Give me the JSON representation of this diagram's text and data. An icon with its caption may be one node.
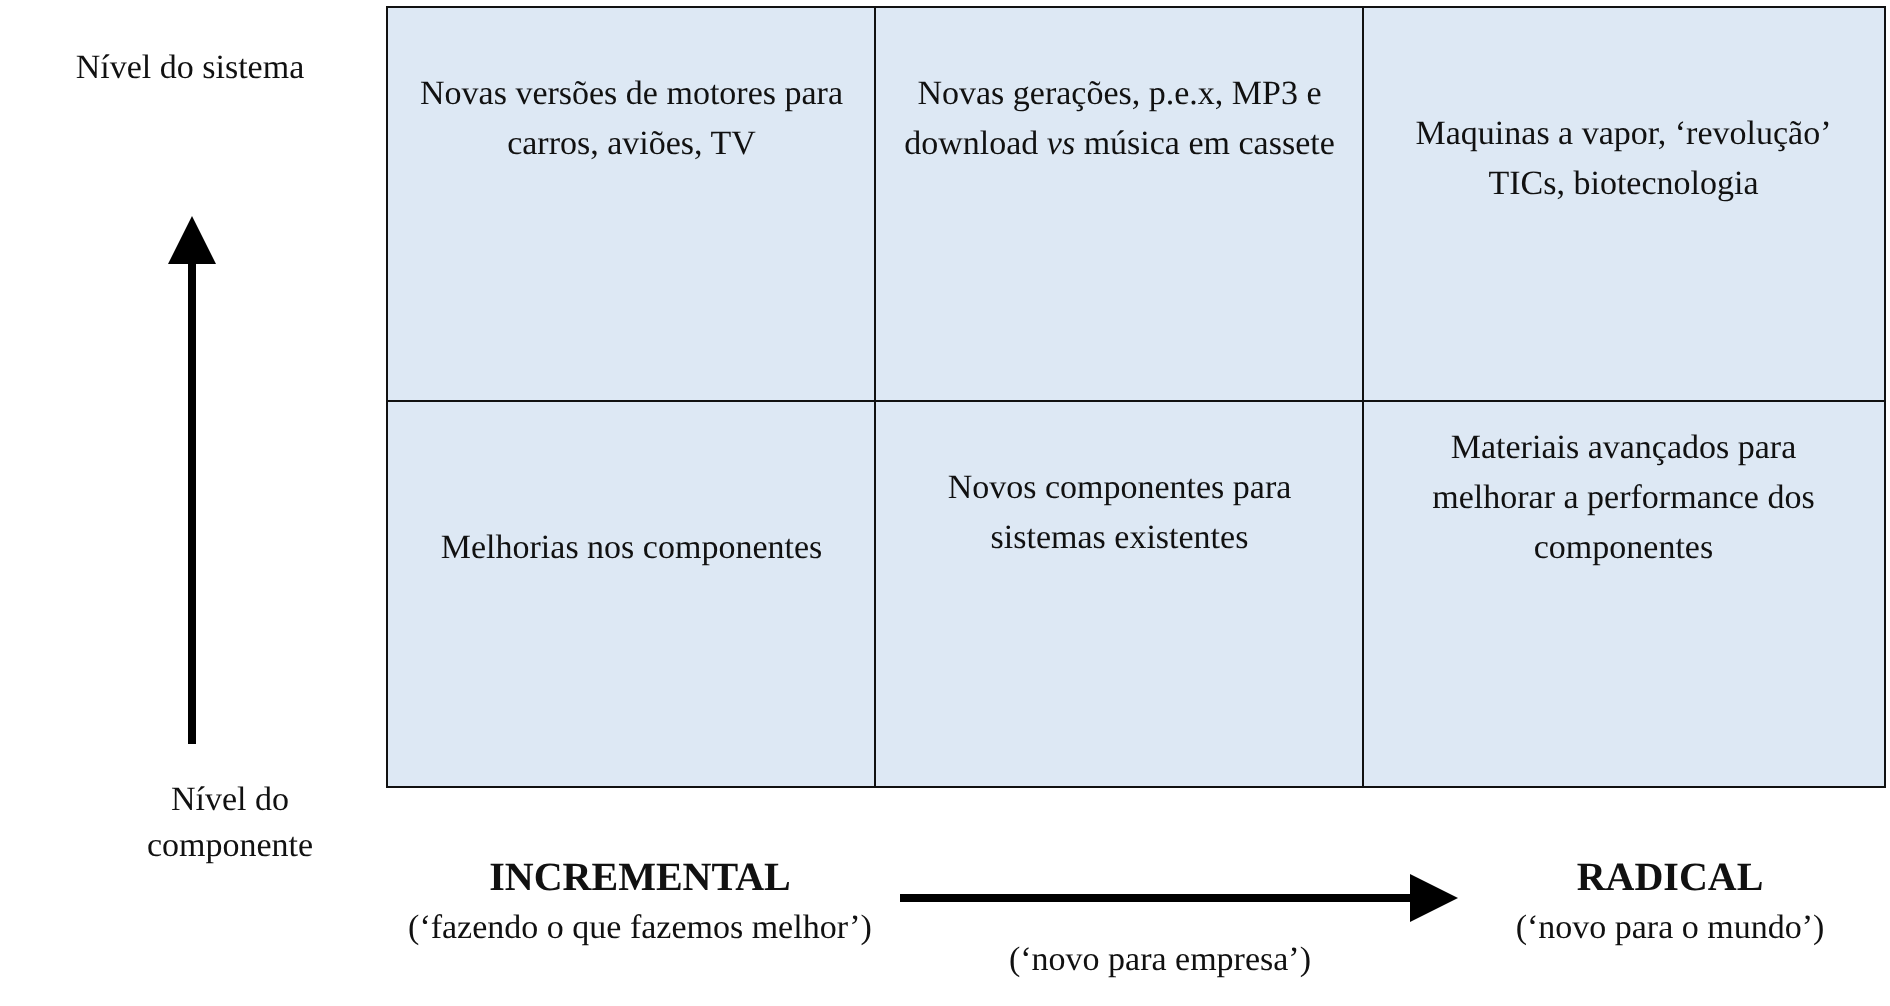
{
  "diagram": {
    "nodes": [
      {
        "text": [
          "Novas versões de motores para carros, aviões, TV"
        ]
      },
      {
        "text": [
          "Novas gerações, p.e.x, MP3 e download *vs* música em cassete"
        ]
      },
      {
        "text": [
          "Maquinas a vapor, ‘revolução’ TICs, biotecnologia"
        ]
      },
      {
        "text": [
          "Melhorias nos componentes"
        ]
      },
      {
        "text": [
          "Novos componentes para sistemas existentes"
        ]
      },
      {
        "text": [
          "Materiais avançados para melhorar a performance dos componentes"
        ]
      }
    ],
    "labels": [
      "Nível do sistema",
      "Nível do componente",
      "INCREMENTAL",
      "(‘fazendo o que fazemos melhor’)",
      "(‘novo para empresa’)",
      "RADICAL",
      "(‘novo para o mundo’)"
    ]
  }
}
